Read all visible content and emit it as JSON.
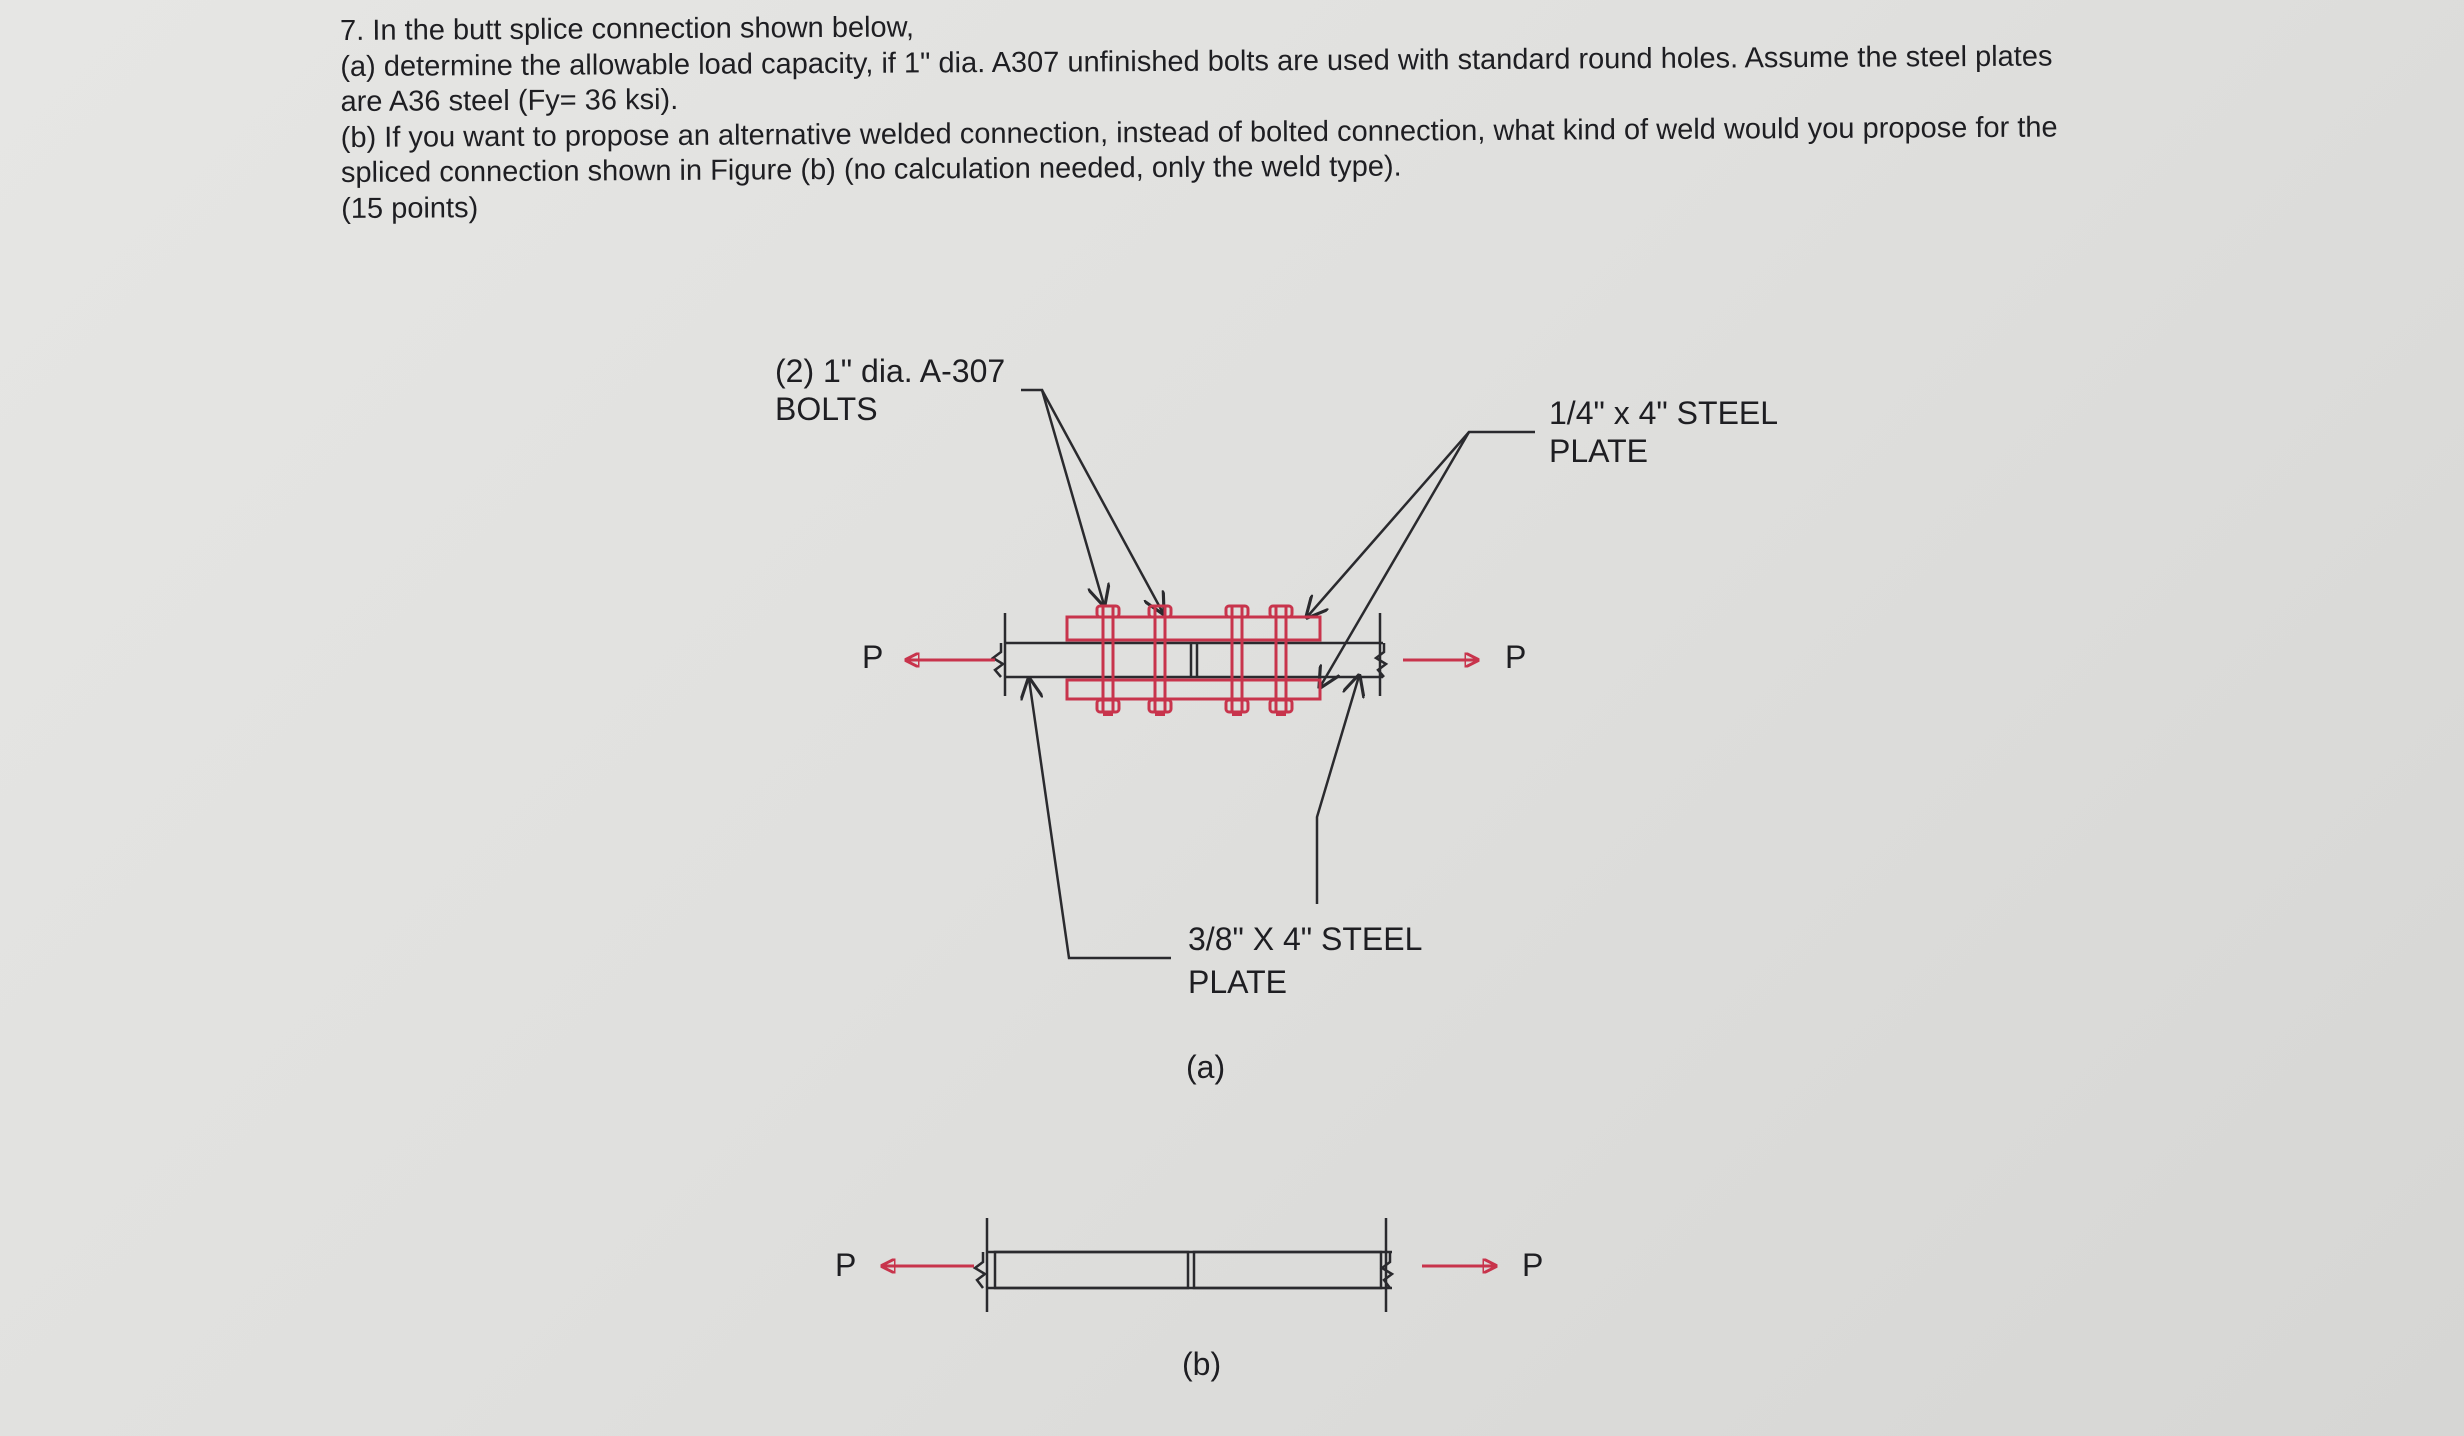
{
  "problem": {
    "line1": "7. In the butt splice connection shown below,",
    "line2": "(a) determine the allowable load capacity, if 1\" dia. A307 unfinished bolts are used with standard round holes. Assume the steel plates",
    "line3": "are A36 steel (Fy= 36 ksi).",
    "line4": "(b) If you want to propose an alternative welded connection, instead of bolted connection, what kind of weld would you propose for the",
    "line5": "spliced connection shown in Figure (b) (no calculation needed, only the weld type).",
    "line6": "(15 points)"
  },
  "figure_a": {
    "bolts_label_1": "(2) 1\" dia. A-307",
    "bolts_label_2": "BOLTS",
    "splice_plate_label_1": "1/4\" x 4\" STEEL",
    "splice_plate_label_2": "PLATE",
    "main_plate_label_1": "3/8\" X 4\" STEEL",
    "main_plate_label_2": "PLATE",
    "load_left": "P",
    "load_right": "P",
    "caption": "(a)"
  },
  "figure_b": {
    "load_left": "P",
    "load_right": "P",
    "caption": "(b)"
  },
  "colors": {
    "ink": "#1e1e22",
    "red": "#c8344c",
    "paper": "#e2e2e0"
  }
}
